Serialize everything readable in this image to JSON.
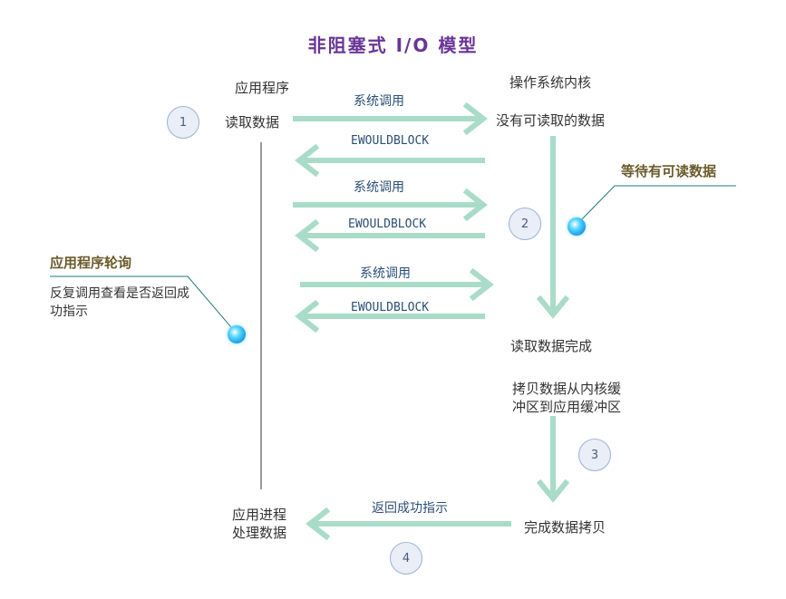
{
  "title": "非阻塞式 I/O 模型",
  "left_column": {
    "header": "应用程序",
    "read_data": "读取数据",
    "process_line1": "应用进程",
    "process_line2": "处理数据"
  },
  "right_column": {
    "header": "操作系统内核",
    "no_data": "没有可读取的数据",
    "read_complete": "读取数据完成",
    "copy_line1": "拷贝数据从内核缓",
    "copy_line2": "冲区到应用缓冲区",
    "copy_complete": "完成数据拷贝"
  },
  "arrows": {
    "syscall_1": "系统调用",
    "ewouldblock_1": "EWOULDBLOCK",
    "syscall_2": "系统调用",
    "ewouldblock_2": "EWOULDBLOCK",
    "syscall_3": "系统调用",
    "ewouldblock_3": "EWOULDBLOCK",
    "return_success": "返回成功指示"
  },
  "steps": [
    "1",
    "2",
    "3",
    "4"
  ],
  "callouts": {
    "waiting": "等待有可读数据",
    "polling_title": "应用程序轮询",
    "polling_note": "反复调用查看是否返回成功指示"
  },
  "colors": {
    "title": "#6a3597",
    "arrow": "#a8dcc9",
    "callout_line": "#1f7a7a",
    "step_fill": "#e9eef7",
    "step_border": "#9fb1d3"
  }
}
